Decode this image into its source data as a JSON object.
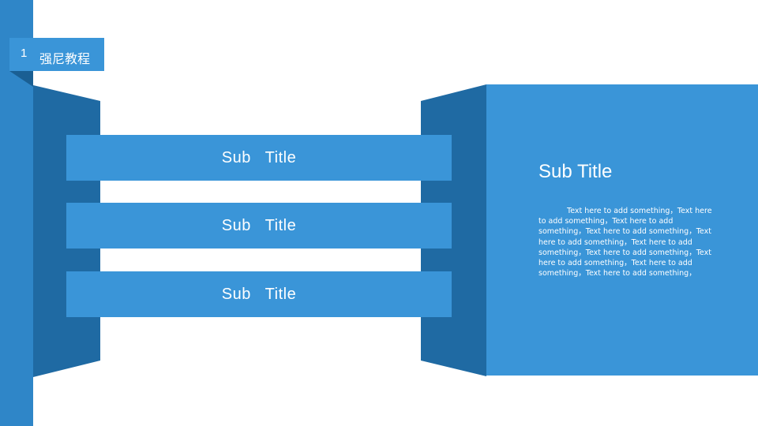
{
  "header": {
    "number": "1",
    "label": "强尼教程"
  },
  "bars": [
    {
      "label": "Sub   Title"
    },
    {
      "label": "Sub   Title"
    },
    {
      "label": "Sub   Title"
    }
  ],
  "panel": {
    "title": "Sub Title",
    "body": "Text here to add something，Text here to add something，Text here to add something，Text here to add something，Text here to add something，Text here to add something，Text here to add something，Text here to add something，Text here to add something，Text here to add something，"
  },
  "colors": {
    "accent": "#3a95d8",
    "accent_dark": "#1f6aa3",
    "strip": "#2f86c8",
    "background": "#ffffff"
  }
}
